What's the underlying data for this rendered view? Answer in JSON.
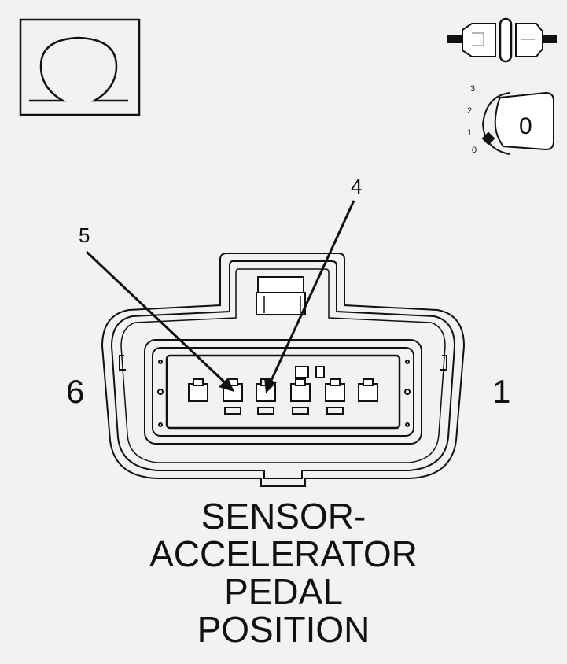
{
  "icons": {
    "ohm_symbol": "ohm-meter-icon",
    "connector_plug": "connector-disconnected-icon",
    "ignition": {
      "name": "ignition-key-icon",
      "positions": [
        "3",
        "2",
        "1",
        "0"
      ],
      "key_label": "0"
    }
  },
  "pin_callouts": {
    "left_callout": "5",
    "right_callout": "4"
  },
  "connector_ends": {
    "left": "6",
    "right": "1"
  },
  "title_lines": [
    "SENSOR-",
    "ACCELERATOR",
    "PEDAL",
    "POSITION"
  ],
  "colors": {
    "line": "#111111",
    "background": "#f2f2f2"
  }
}
